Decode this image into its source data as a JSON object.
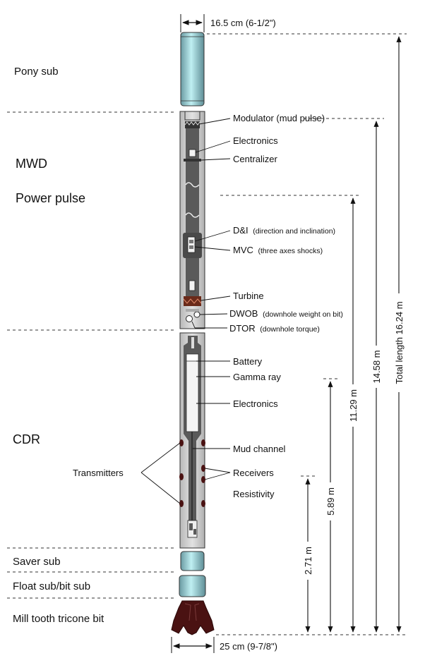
{
  "sections": {
    "pony_sub": "Pony sub",
    "mwd": "MWD",
    "power_pulse": "Power pulse",
    "cdr": "CDR",
    "saver_sub": "Saver sub",
    "float_sub": "Float sub/bit sub",
    "bit": "Mill tooth tricone bit"
  },
  "dimensions": {
    "top_width": "16.5 cm (6-1/2\")",
    "bottom_width": "25 cm (9-7/8\")",
    "total_length": "Total length 16.24 m",
    "len_14_58": "14.58 m",
    "len_11_29": "11.29 m",
    "len_5_89": "5.89 m",
    "len_2_71": "2.71 m"
  },
  "components": {
    "modulator": "Modulator (mud pulse)",
    "electronics_mwd": "Electronics",
    "centralizer": "Centralizer",
    "di": "D&I",
    "di_note": "(direction and inclination)",
    "mvc": "MVC",
    "mvc_note": "(three axes shocks)",
    "turbine": "Turbine",
    "dwob": "DWOB",
    "dwob_note": "(downhole weight on bit)",
    "dtor": "DTOR",
    "dtor_note": "(downhole torque)",
    "battery": "Battery",
    "gamma_ray": "Gamma ray",
    "electronics_cdr": "Electronics",
    "mud_channel": "Mud channel",
    "transmitters": "Transmitters",
    "receivers": "Receivers",
    "resistivity": "Resistivity"
  },
  "colors": {
    "sub_fill": "#a9dde2",
    "tool_fill": "#d3d3d3",
    "inner_fill": "#5a5a5a",
    "bit_fill": "#4a1212",
    "line": "#111111"
  }
}
